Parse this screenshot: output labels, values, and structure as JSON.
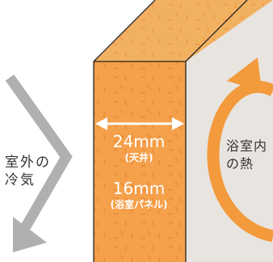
{
  "diagram": {
    "outside_label": {
      "line1": "室外の",
      "line2": "冷気"
    },
    "inside_label": {
      "line1": "浴室内",
      "line2": "の熱"
    },
    "insulation_thickness": {
      "value": "24mm",
      "note": "(天井)"
    },
    "panel_thickness": {
      "value": "16mm",
      "note": "(浴室パネル)"
    }
  },
  "colors": {
    "insulation_orange": "#f5a04a",
    "insulation_top": "#f2b160",
    "panel_face": "#e8e4df",
    "cold_arrow": "#b0b0b0",
    "heat_arrow": "#f39a3c",
    "edge_line": "#222222"
  }
}
